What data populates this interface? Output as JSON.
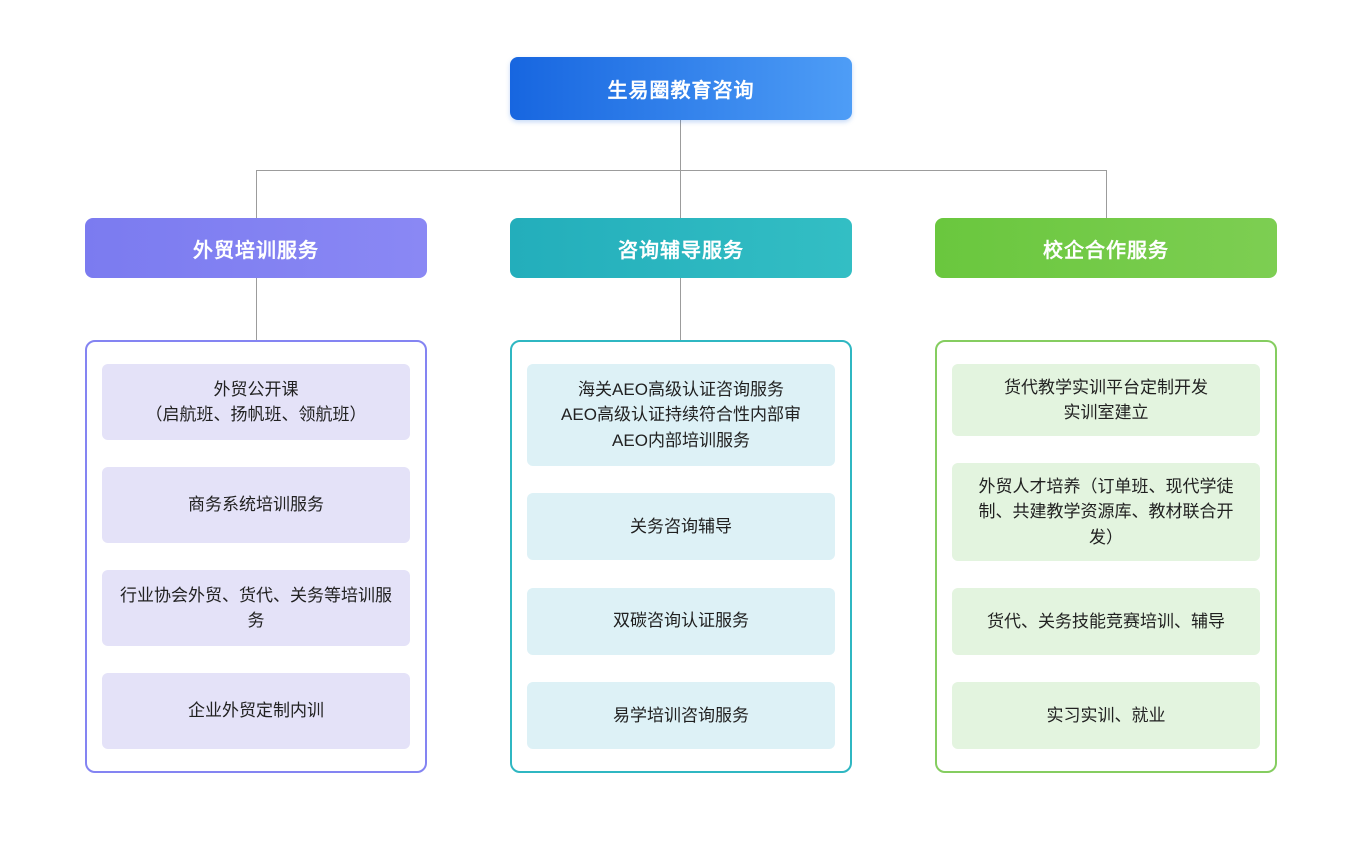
{
  "colors": {
    "root_gradient_start": "#1766E0",
    "root_gradient_end": "#4E9DF6",
    "branch1_accent": "#8181F2",
    "branch1_item_fill": "#E4E2F8",
    "branch2_accent": "#2AB5C0",
    "branch2_item_fill": "#DDF1F6",
    "branch3_accent": "#72C94B",
    "branch3_item_fill": "#E3F4DF",
    "connector": "#9C9C9C",
    "item_text": "#212121"
  },
  "root": {
    "label": "生易圈教育咨询"
  },
  "branches": [
    {
      "label": "外贸培训服务",
      "items": [
        "外贸公开课\n（启航班、扬帆班、领航班）",
        "商务系统培训服务",
        "行业协会外贸、货代、关务等培训服务",
        "企业外贸定制内训"
      ]
    },
    {
      "label": "咨询辅导服务",
      "items": [
        "海关AEO高级认证咨询服务\nAEO高级认证持续符合性内部审\nAEO内部培训服务",
        "关务咨询辅导",
        "双碳咨询认证服务",
        "易学培训咨询服务"
      ]
    },
    {
      "label": "校企合作服务",
      "items": [
        "货代教学实训平台定制开发\n实训室建立",
        "外贸人才培养（订单班、现代学徒制、共建教学资源库、教材联合开发）",
        "货代、关务技能竞赛培训、辅导",
        "实习实训、就业"
      ]
    }
  ]
}
